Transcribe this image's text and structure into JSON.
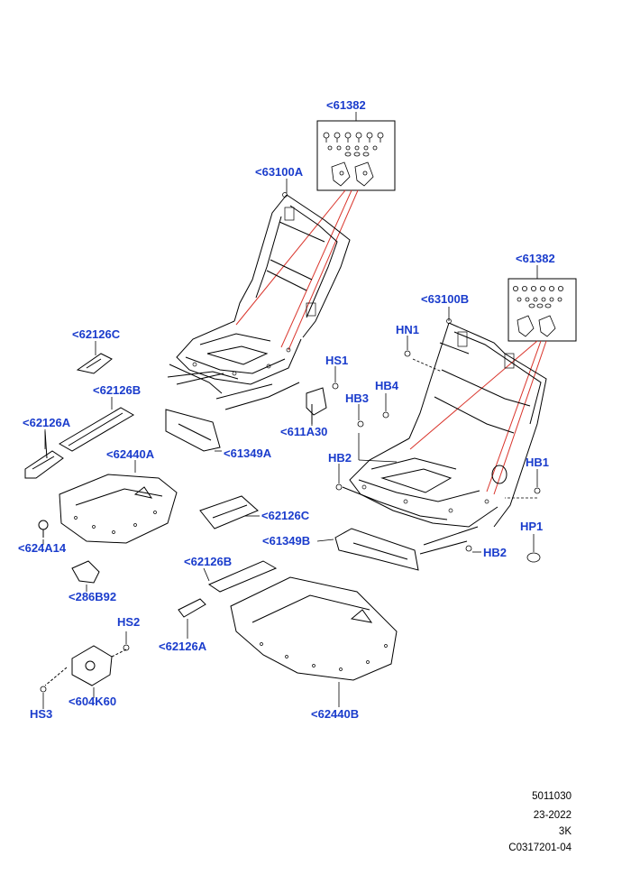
{
  "labels": {
    "c61382_top": "<61382",
    "c61382_right": "<61382",
    "c63100A": "<63100A",
    "c63100B": "<63100B",
    "c62126C_top": "<62126C",
    "c62126B_top": "<62126B",
    "c62126A_top": "<62126A",
    "c62440A": "<62440A",
    "c61349A": "<61349A",
    "c611A30": "<611A30",
    "HS1": "HS1",
    "HN1": "HN1",
    "HB4": "HB4",
    "HB3": "HB3",
    "HB2_left": "HB2",
    "HB1": "HB1",
    "HP1": "HP1",
    "HB2_right": "HB2",
    "c62126C_mid": "<62126C",
    "c61349B": "<61349B",
    "c624A14": "<624A14",
    "c62126B_mid": "<62126B",
    "c286B92": "<286B92",
    "HS2": "HS2",
    "c62126A_bottom": "<62126A",
    "HS3": "HS3",
    "c604K60": "<604K60",
    "c62440B": "<62440B"
  },
  "footer": {
    "line1": "5011030",
    "line2": "23-2022",
    "line3": "3K",
    "line4": "C0317201-04"
  },
  "colors": {
    "callout_text": "#1a3ccc",
    "kit_lines": "#d9342b",
    "outline": "#000000"
  }
}
